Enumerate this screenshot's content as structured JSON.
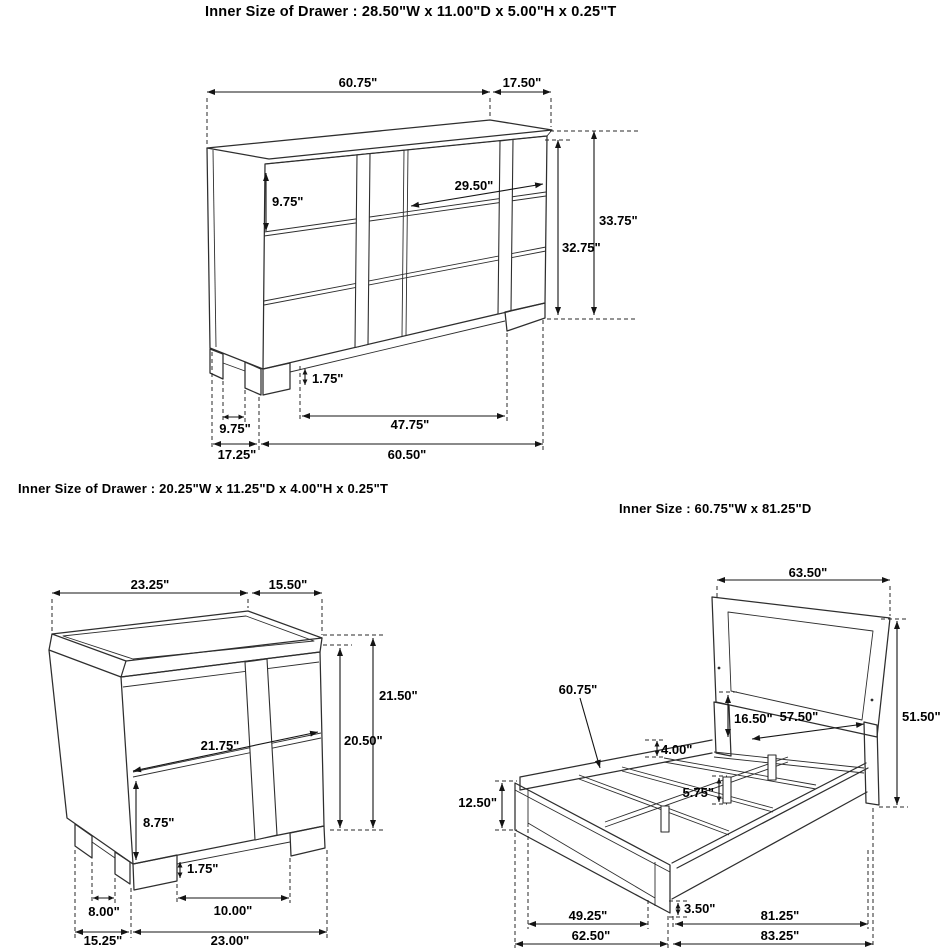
{
  "colors": {
    "background": "#ffffff",
    "line": "#2e2e2e",
    "text": "#000000"
  },
  "headings": {
    "dresser_drawer": "Inner Size of Drawer : 28.50\"W x 11.00\"D x 5.00\"H x 0.25\"T",
    "nightstand_drawer": "Inner Size of Drawer : 20.25\"W x 11.25\"D x 4.00\"H x 0.25\"T",
    "bed_inner": "Inner Size : 60.75\"W x 81.25\"D"
  },
  "dresser": {
    "top_width": "60.75\"",
    "top_depth": "17.50\"",
    "drawer_face_height": "9.75\"",
    "drawer_width": "29.50\"",
    "inner_height": "32.75\"",
    "total_height": "33.75\"",
    "base_recess_height": "1.75\"",
    "side_leg_spacing": "9.75\"",
    "front_leg_spacing": "47.75\"",
    "base_depth": "17.25\"",
    "base_width": "60.50\""
  },
  "nightstand": {
    "top_width": "23.25\"",
    "top_depth": "15.50\"",
    "total_height": "21.50\"",
    "inner_height": "20.50\"",
    "drawer_width": "21.75\"",
    "drawer_face_height": "8.75\"",
    "base_recess_height": "1.75\"",
    "side_leg_spacing": "8.00\"",
    "front_leg_spacing": "10.00\"",
    "base_depth": "15.25\"",
    "base_width": "23.00\""
  },
  "bed": {
    "headboard_width": "63.50\"",
    "inner_width": "60.75\"",
    "headboard_panel_to_rail": "16.50\"",
    "headboard_inner_width": "57.50\"",
    "rail_height": "4.00\"",
    "headboard_height": "51.50\"",
    "footboard_height": "12.50\"",
    "slat_leg_height": "5.75\"",
    "rail_floor_gap": "3.50\"",
    "footboard_inner_width": "49.25\"",
    "side_rail_length": "81.25\"",
    "footboard_width": "62.50\"",
    "total_length": "83.25\""
  }
}
